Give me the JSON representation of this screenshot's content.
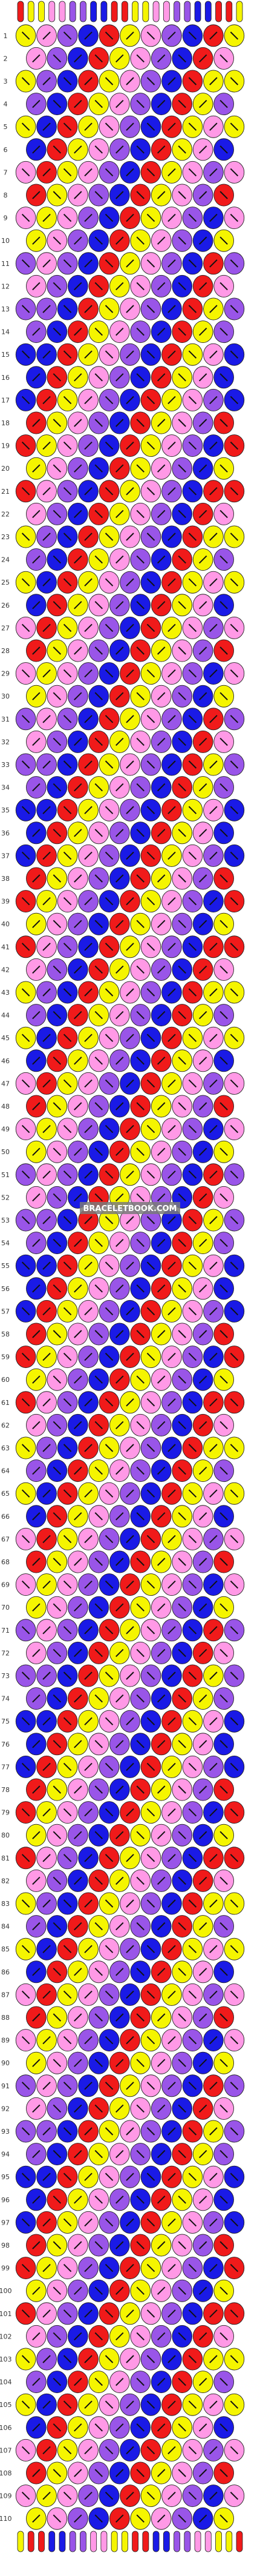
{
  "colors": {
    "a": "#f5f500",
    "b": "#ff99e6",
    "c": "#9955e8",
    "d": "#1a1ae6",
    "e": "#f01a1a",
    "bg": "#ffffff",
    "arrow": "#111111"
  },
  "strings_top": [
    "e",
    "a",
    "a",
    "b",
    "b",
    "c",
    "c",
    "d",
    "d",
    "e",
    "e",
    "a",
    "a",
    "b",
    "b",
    "c",
    "c",
    "d",
    "d",
    "e",
    "e",
    "a"
  ],
  "strings_bottom": [
    "a",
    "e",
    "e",
    "d",
    "d",
    "c",
    "c",
    "b",
    "b",
    "a",
    "a",
    "e",
    "e",
    "d",
    "d",
    "c",
    "c",
    "b",
    "b",
    "a",
    "a",
    "e"
  ],
  "rows": [
    [
      "a",
      "b",
      "c",
      "d",
      "e",
      "a",
      "b",
      "c",
      "d",
      "e",
      "a"
    ],
    [
      "b",
      "c",
      "d",
      "e",
      "a",
      "b",
      "c",
      "d",
      "e",
      "b"
    ],
    [
      "a",
      "c",
      "d",
      "e",
      "a",
      "b",
      "c",
      "d",
      "e",
      "a",
      "a"
    ],
    [
      "c",
      "d",
      "e",
      "a",
      "b",
      "c",
      "d",
      "e",
      "a",
      "c"
    ],
    [
      "a",
      "d",
      "e",
      "a",
      "b",
      "c",
      "d",
      "e",
      "a",
      "b",
      "a"
    ],
    [
      "d",
      "e",
      "a",
      "b",
      "c",
      "d",
      "e",
      "a",
      "b",
      "d"
    ],
    [
      "b",
      "e",
      "a",
      "b",
      "c",
      "d",
      "e",
      "a",
      "b",
      "c",
      "b"
    ],
    [
      "e",
      "a",
      "b",
      "c",
      "d",
      "e",
      "a",
      "b",
      "c",
      "e"
    ],
    [
      "b",
      "a",
      "b",
      "c",
      "d",
      "e",
      "a",
      "b",
      "c",
      "d",
      "b"
    ],
    [
      "a",
      "b",
      "c",
      "d",
      "e",
      "a",
      "b",
      "c",
      "d",
      "a"
    ],
    [
      "c",
      "b",
      "c",
      "d",
      "e",
      "a",
      "b",
      "c",
      "d",
      "e",
      "c"
    ],
    [
      "b",
      "c",
      "d",
      "e",
      "a",
      "b",
      "c",
      "d",
      "e",
      "b"
    ],
    [
      "c",
      "c",
      "d",
      "e",
      "a",
      "b",
      "c",
      "d",
      "e",
      "a",
      "c"
    ],
    [
      "c",
      "d",
      "e",
      "a",
      "b",
      "c",
      "d",
      "e",
      "a",
      "c"
    ],
    [
      "d",
      "d",
      "e",
      "a",
      "b",
      "c",
      "d",
      "e",
      "a",
      "b",
      "d"
    ],
    [
      "d",
      "e",
      "a",
      "b",
      "c",
      "d",
      "e",
      "a",
      "b",
      "d"
    ],
    [
      "d",
      "e",
      "a",
      "b",
      "c",
      "d",
      "e",
      "a",
      "b",
      "c",
      "d"
    ],
    [
      "e",
      "a",
      "b",
      "c",
      "d",
      "e",
      "a",
      "b",
      "c",
      "e"
    ],
    [
      "e",
      "a",
      "b",
      "c",
      "d",
      "e",
      "a",
      "b",
      "c",
      "d",
      "e"
    ],
    [
      "a",
      "b",
      "c",
      "d",
      "e",
      "a",
      "b",
      "c",
      "d",
      "a"
    ],
    [
      "e",
      "b",
      "c",
      "d",
      "e",
      "a",
      "b",
      "c",
      "d",
      "e",
      "e"
    ],
    [
      "b",
      "c",
      "d",
      "e",
      "a",
      "b",
      "c",
      "d",
      "e",
      "b"
    ],
    [
      "a",
      "c",
      "d",
      "e",
      "a",
      "b",
      "c",
      "d",
      "e",
      "a",
      "a"
    ],
    [
      "c",
      "d",
      "e",
      "a",
      "b",
      "c",
      "d",
      "e",
      "a",
      "c"
    ],
    [
      "a",
      "d",
      "e",
      "a",
      "b",
      "c",
      "d",
      "e",
      "a",
      "b",
      "a"
    ],
    [
      "d",
      "e",
      "a",
      "b",
      "c",
      "d",
      "e",
      "a",
      "b",
      "d"
    ],
    [
      "b",
      "e",
      "a",
      "b",
      "c",
      "d",
      "e",
      "a",
      "b",
      "c",
      "b"
    ],
    [
      "e",
      "a",
      "b",
      "c",
      "d",
      "e",
      "a",
      "b",
      "c",
      "e"
    ],
    [
      "b",
      "a",
      "b",
      "c",
      "d",
      "e",
      "a",
      "b",
      "c",
      "d",
      "b"
    ],
    [
      "a",
      "b",
      "c",
      "d",
      "e",
      "a",
      "b",
      "c",
      "d",
      "a"
    ],
    [
      "c",
      "b",
      "c",
      "d",
      "e",
      "a",
      "b",
      "c",
      "d",
      "e",
      "c"
    ],
    [
      "b",
      "c",
      "d",
      "e",
      "a",
      "b",
      "c",
      "d",
      "e",
      "b"
    ],
    [
      "c",
      "c",
      "d",
      "e",
      "a",
      "b",
      "c",
      "d",
      "e",
      "a",
      "c"
    ],
    [
      "c",
      "d",
      "e",
      "a",
      "b",
      "c",
      "d",
      "e",
      "a",
      "c"
    ],
    [
      "d",
      "d",
      "e",
      "a",
      "b",
      "c",
      "d",
      "e",
      "a",
      "b",
      "d"
    ],
    [
      "d",
      "e",
      "a",
      "b",
      "c",
      "d",
      "e",
      "a",
      "b",
      "d"
    ],
    [
      "d",
      "e",
      "a",
      "b",
      "c",
      "d",
      "e",
      "a",
      "b",
      "c",
      "d"
    ],
    [
      "e",
      "a",
      "b",
      "c",
      "d",
      "e",
      "a",
      "b",
      "c",
      "e"
    ],
    [
      "e",
      "a",
      "b",
      "c",
      "d",
      "e",
      "a",
      "b",
      "c",
      "d",
      "e"
    ],
    [
      "a",
      "b",
      "c",
      "d",
      "e",
      "a",
      "b",
      "c",
      "d",
      "a"
    ],
    [
      "e",
      "b",
      "c",
      "d",
      "e",
      "a",
      "b",
      "c",
      "d",
      "e",
      "e"
    ],
    [
      "b",
      "c",
      "d",
      "e",
      "a",
      "b",
      "c",
      "d",
      "e",
      "b"
    ],
    [
      "a",
      "c",
      "d",
      "e",
      "a",
      "b",
      "c",
      "d",
      "e",
      "a",
      "a"
    ],
    [
      "c",
      "d",
      "e",
      "a",
      "b",
      "c",
      "d",
      "e",
      "a",
      "c"
    ],
    [
      "a",
      "d",
      "e",
      "a",
      "b",
      "c",
      "d",
      "e",
      "a",
      "b",
      "a"
    ],
    [
      "d",
      "e",
      "a",
      "b",
      "c",
      "d",
      "e",
      "a",
      "b",
      "d"
    ],
    [
      "b",
      "e",
      "a",
      "b",
      "c",
      "d",
      "e",
      "a",
      "b",
      "c",
      "b"
    ],
    [
      "e",
      "a",
      "b",
      "c",
      "d",
      "e",
      "a",
      "b",
      "c",
      "e"
    ],
    [
      "b",
      "a",
      "b",
      "c",
      "d",
      "e",
      "a",
      "b",
      "c",
      "d",
      "b"
    ],
    [
      "a",
      "b",
      "c",
      "d",
      "e",
      "a",
      "b",
      "c",
      "d",
      "a"
    ],
    [
      "c",
      "b",
      "c",
      "d",
      "e",
      "a",
      "b",
      "c",
      "d",
      "e",
      "c"
    ],
    [
      "b",
      "c",
      "d",
      "e",
      "a",
      "b",
      "c",
      "d",
      "e",
      "b"
    ],
    [
      "c",
      "c",
      "d",
      "e",
      "a",
      "b",
      "c",
      "d",
      "e",
      "a",
      "c"
    ],
    [
      "c",
      "d",
      "e",
      "a",
      "b",
      "c",
      "d",
      "e",
      "a",
      "c"
    ],
    [
      "d",
      "d",
      "e",
      "a",
      "b",
      "c",
      "d",
      "e",
      "a",
      "b",
      "d"
    ],
    [
      "d",
      "e",
      "a",
      "b",
      "c",
      "d",
      "e",
      "a",
      "b",
      "d"
    ],
    [
      "d",
      "e",
      "a",
      "b",
      "c",
      "d",
      "e",
      "a",
      "b",
      "c",
      "d"
    ],
    [
      "e",
      "a",
      "b",
      "c",
      "d",
      "e",
      "a",
      "b",
      "c",
      "e"
    ],
    [
      "e",
      "a",
      "b",
      "c",
      "d",
      "e",
      "a",
      "b",
      "c",
      "d",
      "e"
    ],
    [
      "a",
      "b",
      "c",
      "d",
      "e",
      "a",
      "b",
      "c",
      "d",
      "a"
    ],
    [
      "e",
      "b",
      "c",
      "d",
      "e",
      "a",
      "b",
      "c",
      "d",
      "e",
      "e"
    ],
    [
      "b",
      "c",
      "d",
      "e",
      "a",
      "b",
      "c",
      "d",
      "e",
      "b"
    ],
    [
      "a",
      "c",
      "d",
      "e",
      "a",
      "b",
      "c",
      "d",
      "e",
      "a",
      "a"
    ],
    [
      "c",
      "d",
      "e",
      "a",
      "b",
      "c",
      "d",
      "e",
      "a",
      "c"
    ],
    [
      "a",
      "d",
      "e",
      "a",
      "b",
      "c",
      "d",
      "e",
      "a",
      "b",
      "a"
    ],
    [
      "d",
      "e",
      "a",
      "b",
      "c",
      "d",
      "e",
      "a",
      "b",
      "d"
    ],
    [
      "b",
      "e",
      "a",
      "b",
      "c",
      "d",
      "e",
      "a",
      "b",
      "c",
      "b"
    ],
    [
      "e",
      "a",
      "b",
      "c",
      "d",
      "e",
      "a",
      "b",
      "c",
      "e"
    ],
    [
      "b",
      "a",
      "b",
      "c",
      "d",
      "e",
      "a",
      "b",
      "c",
      "d",
      "b"
    ],
    [
      "a",
      "b",
      "c",
      "d",
      "e",
      "a",
      "b",
      "c",
      "d",
      "a"
    ],
    [
      "c",
      "b",
      "c",
      "d",
      "e",
      "a",
      "b",
      "c",
      "d",
      "e",
      "c"
    ],
    [
      "b",
      "c",
      "d",
      "e",
      "a",
      "b",
      "c",
      "d",
      "e",
      "b"
    ],
    [
      "c",
      "c",
      "d",
      "e",
      "a",
      "b",
      "c",
      "d",
      "e",
      "a",
      "c"
    ],
    [
      "c",
      "d",
      "e",
      "a",
      "b",
      "c",
      "d",
      "e",
      "a",
      "c"
    ],
    [
      "d",
      "d",
      "e",
      "a",
      "b",
      "c",
      "d",
      "e",
      "a",
      "b",
      "d"
    ],
    [
      "d",
      "e",
      "a",
      "b",
      "c",
      "d",
      "e",
      "a",
      "b",
      "d"
    ],
    [
      "d",
      "e",
      "a",
      "b",
      "c",
      "d",
      "e",
      "a",
      "b",
      "c",
      "d"
    ],
    [
      "e",
      "a",
      "b",
      "c",
      "d",
      "e",
      "a",
      "b",
      "c",
      "e"
    ],
    [
      "e",
      "a",
      "b",
      "c",
      "d",
      "e",
      "a",
      "b",
      "c",
      "d",
      "e"
    ],
    [
      "a",
      "b",
      "c",
      "d",
      "e",
      "a",
      "b",
      "c",
      "d",
      "a"
    ],
    [
      "e",
      "b",
      "c",
      "d",
      "e",
      "a",
      "b",
      "c",
      "d",
      "e",
      "e"
    ],
    [
      "b",
      "c",
      "d",
      "e",
      "a",
      "b",
      "c",
      "d",
      "e",
      "b"
    ],
    [
      "a",
      "c",
      "d",
      "e",
      "a",
      "b",
      "c",
      "d",
      "e",
      "a",
      "a"
    ],
    [
      "c",
      "d",
      "e",
      "a",
      "b",
      "c",
      "d",
      "e",
      "a",
      "c"
    ],
    [
      "a",
      "d",
      "e",
      "a",
      "b",
      "c",
      "d",
      "e",
      "a",
      "b",
      "a"
    ],
    [
      "d",
      "e",
      "a",
      "b",
      "c",
      "d",
      "e",
      "a",
      "b",
      "d"
    ],
    [
      "b",
      "e",
      "a",
      "b",
      "c",
      "d",
      "e",
      "a",
      "b",
      "c",
      "b"
    ],
    [
      "e",
      "a",
      "b",
      "c",
      "d",
      "e",
      "a",
      "b",
      "c",
      "e"
    ],
    [
      "b",
      "a",
      "b",
      "c",
      "d",
      "e",
      "a",
      "b",
      "c",
      "d",
      "b"
    ],
    [
      "a",
      "b",
      "c",
      "d",
      "e",
      "a",
      "b",
      "c",
      "d",
      "a"
    ],
    [
      "c",
      "b",
      "c",
      "d",
      "e",
      "a",
      "b",
      "c",
      "d",
      "e",
      "c"
    ],
    [
      "b",
      "c",
      "d",
      "e",
      "a",
      "b",
      "c",
      "d",
      "e",
      "b"
    ],
    [
      "c",
      "c",
      "d",
      "e",
      "a",
      "b",
      "c",
      "d",
      "e",
      "a",
      "c"
    ],
    [
      "c",
      "d",
      "e",
      "a",
      "b",
      "c",
      "d",
      "e",
      "a",
      "c"
    ],
    [
      "d",
      "d",
      "e",
      "a",
      "b",
      "c",
      "d",
      "e",
      "a",
      "b",
      "d"
    ],
    [
      "d",
      "e",
      "a",
      "b",
      "c",
      "d",
      "e",
      "a",
      "b",
      "d"
    ],
    [
      "d",
      "e",
      "a",
      "b",
      "c",
      "d",
      "e",
      "a",
      "b",
      "c",
      "d"
    ],
    [
      "e",
      "a",
      "b",
      "c",
      "d",
      "e",
      "a",
      "b",
      "c",
      "e"
    ],
    [
      "e",
      "a",
      "b",
      "c",
      "d",
      "e",
      "a",
      "b",
      "c",
      "d",
      "e"
    ],
    [
      "a",
      "b",
      "c",
      "d",
      "e",
      "a",
      "b",
      "c",
      "d",
      "a"
    ],
    [
      "e",
      "b",
      "c",
      "d",
      "e",
      "a",
      "b",
      "c",
      "d",
      "e",
      "e"
    ],
    [
      "b",
      "c",
      "d",
      "e",
      "a",
      "b",
      "c",
      "d",
      "e",
      "b"
    ],
    [
      "a",
      "c",
      "d",
      "e",
      "a",
      "b",
      "c",
      "d",
      "e",
      "a",
      "a"
    ],
    [
      "c",
      "d",
      "e",
      "a",
      "b",
      "c",
      "d",
      "e",
      "a",
      "c"
    ],
    [
      "a",
      "d",
      "e",
      "a",
      "b",
      "c",
      "d",
      "e",
      "a",
      "b",
      "a"
    ],
    [
      "d",
      "e",
      "a",
      "b",
      "c",
      "d",
      "e",
      "a",
      "b",
      "d"
    ],
    [
      "b",
      "e",
      "a",
      "b",
      "c",
      "d",
      "e",
      "a",
      "b",
      "c",
      "b"
    ],
    [
      "e",
      "a",
      "b",
      "c",
      "d",
      "e",
      "a",
      "b",
      "c",
      "e"
    ],
    [
      "b",
      "a",
      "b",
      "c",
      "d",
      "e",
      "a",
      "b",
      "c",
      "d",
      "b"
    ],
    [
      "a",
      "b",
      "c",
      "d",
      "e",
      "a",
      "b",
      "c",
      "d",
      "a"
    ]
  ],
  "row_count": 110,
  "watermark": "BRACELETBOOK.COM"
}
